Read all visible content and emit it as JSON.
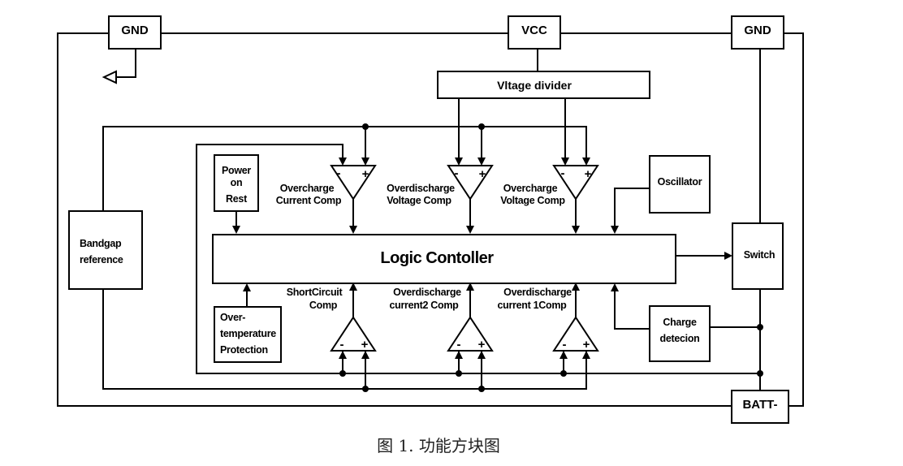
{
  "diagram": {
    "pins": {
      "gnd_left": "GND",
      "vcc": "VCC",
      "gnd_right": "GND",
      "batt_minus": "BATT-"
    },
    "blocks": {
      "voltage_divider": "Vltage divider",
      "power_on_reset": [
        "Power",
        "on",
        "Rest"
      ],
      "bandgap": [
        "Bandgap",
        "reference"
      ],
      "oscillator": "Oscillator",
      "logic_controller": "Logic Contoller",
      "switch": "Switch",
      "over_temperature": [
        "Over-",
        "temperature",
        "Protection"
      ],
      "charge_detection": [
        "Charge",
        "detecion"
      ]
    },
    "comparators_top": [
      {
        "label": [
          "Overcharge",
          "Current Comp"
        ],
        "minus": "-",
        "plus": "+"
      },
      {
        "label": [
          "Overdischarge",
          "Voltage Comp"
        ],
        "minus": "-",
        "plus": "+"
      },
      {
        "label": [
          "Overcharge",
          "Voltage Comp"
        ],
        "minus": "-",
        "plus": "+"
      }
    ],
    "comparators_bottom": [
      {
        "label": [
          "ShortCircuit",
          "Comp"
        ],
        "minus": "-",
        "plus": "+"
      },
      {
        "label": [
          "Overdischarge",
          "current2 Comp"
        ],
        "minus": "-",
        "plus": "+"
      },
      {
        "label": [
          "Overdischarge",
          "current 1Comp"
        ],
        "minus": "-",
        "plus": "+"
      }
    ],
    "caption": "图 1.  功能方块图"
  }
}
